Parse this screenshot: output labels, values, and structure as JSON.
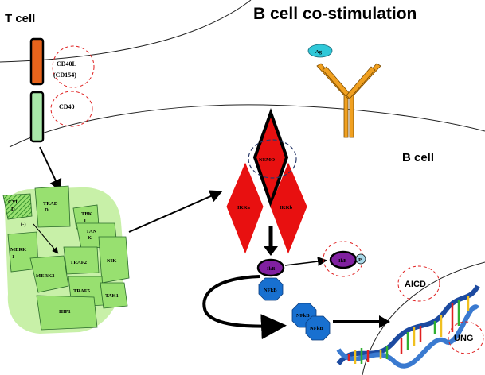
{
  "title": "B cell co-stimulation",
  "t_cell_label": "T cell",
  "b_cell_label": "B cell",
  "cd40l_label_1": "CD40L",
  "cd40l_label_2": "(CD154)",
  "cd40_label": "CD40",
  "antigen_label": "Ag",
  "cyld_label_1": "CYL",
  "cyld_label_2": "D",
  "tradd_label_1": "TRAD",
  "tradd_label_2": "D",
  "inhibit_symbol": "(-)",
  "tbk_label_1": "TBK",
  "tbk_label_2": "1",
  "tank_label_1": "TAN",
  "tank_label_2": "K",
  "merk1_label_1": "MERK",
  "merk1_label_2": "1",
  "merk3_label": "MERK3",
  "traf2_label": "TRAF2",
  "nik_label": "NIK",
  "traf5_label": "TRAF5",
  "tak1_label": "TAK1",
  "hip1_label": "HIP1",
  "nemo_label": "NEMO",
  "ikka_label": "IKKa",
  "ikkb_label": "IKKb",
  "ikb_label": "IkB",
  "nfkb_label": "NFkB",
  "nfkb2_label": "NFkB",
  "ikb_p_label": "IkB",
  "p_label": "P",
  "aicd_label": "AICD",
  "ung_label": "UNG",
  "colors": {
    "cd40l": "#e8641c",
    "cd40": "#a8e8a8",
    "receptor": "#f0a020",
    "antigen": "#30c8d8",
    "complex": "#98e070",
    "ikk": "#e81010",
    "nfkb": "#1870d0",
    "ikb": "#8020a0",
    "circle": "#e02020"
  }
}
